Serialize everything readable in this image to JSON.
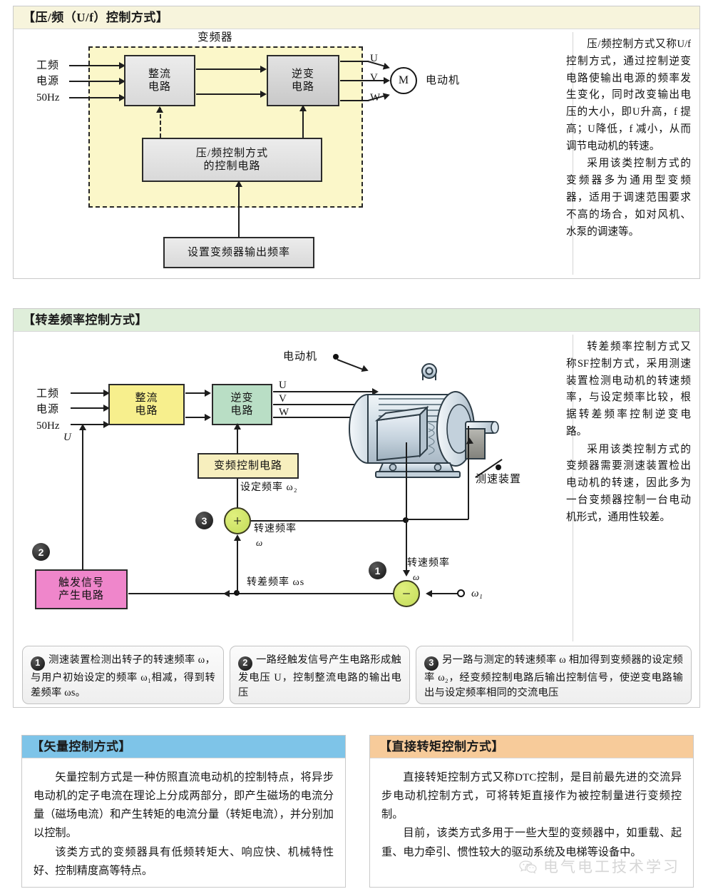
{
  "panels": {
    "uf": {
      "title": "【压/频（U/f）控制方式】",
      "diagram": {
        "inverter_label": "变频器",
        "source_l1": "工频",
        "source_l2": "电源",
        "source_l3": "50Hz",
        "rectifier": "整流\n电路",
        "inverter": "逆变\n电路",
        "control_circuit": "压/频控制方式\n的控制电路",
        "set_freq_box": "设置变频器输出频率",
        "phase_u": "U",
        "phase_v": "V",
        "phase_w": "W",
        "motor_symbol": "M",
        "motor_label": "电动机"
      },
      "text": [
        "压/频控制方式又称U/f控制方式，通过控制逆变电路使输出电源的频率发生变化，同时改变输出电压的大小，即U升高，f 提高；U降低，f 减小，从而调节电动机的转速。",
        "采用该类控制方式的变频器多为通用型变频器，适用于调速范围要求不高的场合，如对风机、水泵的调速等。"
      ]
    },
    "slip": {
      "title": "【转差频率控制方式】",
      "diagram": {
        "source_l1": "工频",
        "source_l2": "电源",
        "source_l3": "50Hz",
        "rectifier": "整流\n电路",
        "inverter": "逆变\n电路",
        "vf_control": "变频控制电路",
        "trigger_box": "触发信号\n产生电路",
        "phase_u": "U",
        "phase_v": "V",
        "phase_w": "W",
        "motor_label": "电动机",
        "tacho_label": "测速装置",
        "u_italic": "U",
        "set_freq": "设定频率 ω₂",
        "speed_freq_1": "转速频率",
        "speed_freq_1_sym": "ω",
        "speed_freq_2": "转速频率",
        "speed_freq_2_sym": "ω",
        "slip_freq": "转差频率 ωs",
        "omega1": "ω₁",
        "plus": "+",
        "minus": "−",
        "badge1": "1",
        "badge2": "2",
        "badge3": "3"
      },
      "text": [
        "转差频率控制方式又称SF控制方式，采用测速装置检测电动机的转速频率，与设定频率比较，根据转差频率控制逆变电路。",
        "采用该类控制方式的变频器需要测速装置检出电动机的转速，因此多为一台变频器控制一台电动机形式，通用性较差。"
      ],
      "notes": [
        {
          "num": "1",
          "text": "测速装置检测出转子的转速频率 ω，与用户初始设定的频率 ω₁相减，得到转差频率 ωs。"
        },
        {
          "num": "2",
          "text": "一路经触发信号产生电路形成触发电压 U，控制整流电路的输出电压"
        },
        {
          "num": "3",
          "text": "另一路与测定的转速频率 ω 相加得到变频器的设定频率 ω₂，经变频控制电路后输出控制信号，使逆变电路输出与设定频率相同的交流电压"
        }
      ]
    },
    "vector": {
      "title": "【矢量控制方式】",
      "text": [
        "矢量控制方式是一种仿照直流电动机的控制特点，将异步电动机的定子电流在理论上分成两部分，即产生磁场的电流分量（磁场电流）和产生转矩的电流分量（转矩电流），并分别加以控制。",
        "该类方式的变频器具有低频转矩大、响应快、机械特性好、控制精度高等特点。"
      ]
    },
    "dtc": {
      "title": "【直接转矩控制方式】",
      "text": [
        "直接转矩控制方式又称DTC控制，是目前最先进的交流异步电动机控制方式，可将转矩直接作为被控制量进行变频控制。",
        "目前，该类方式多用于一些大型的变频器中，如重载、起重、电力牵引、惯性较大的驱动系统及电梯等设备中。"
      ]
    }
  },
  "watermark": {
    "text": "电气电工技术学习",
    "icon": "wechat-icon"
  },
  "colors": {
    "head_cream": "#f7f4dc",
    "head_green": "#dfeeda",
    "head_blue": "#7ec4e8",
    "head_orange": "#f7cb9a",
    "inverter_fill": "#fbf7c9",
    "box_yellow": "#f7ef8d",
    "box_green": "#b9dec5",
    "box_pink": "#ef86cb",
    "sum_node": "#c3dc5a"
  }
}
